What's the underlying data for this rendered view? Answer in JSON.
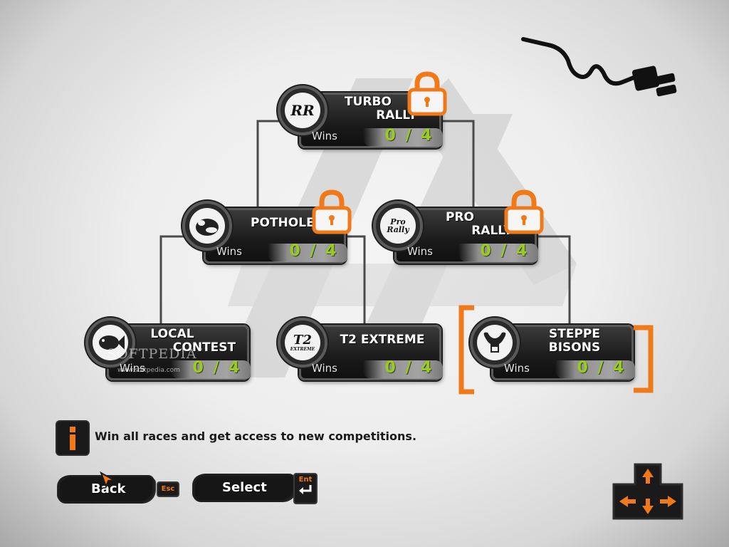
{
  "colors": {
    "accent_orange": "#f07a1a",
    "wins_green": "#9acd1a",
    "plate_dark": "#1a1a1a",
    "plate_border": "#5a5a5a",
    "background_light": "#eeeeee"
  },
  "tree": {
    "nodes": [
      {
        "id": "turbo-rally",
        "emblem": "RR",
        "title_line1": "TURBO",
        "title_line2": "RALLY",
        "wins_label": "Wins",
        "wins": "0 / 4",
        "locked": true
      },
      {
        "id": "potholes",
        "emblem_icon": "hippo-icon",
        "title": "POTHOLES",
        "wins_label": "Wins",
        "wins": "0 / 4",
        "locked": true
      },
      {
        "id": "pro-rally",
        "emblem": "Pro Rally",
        "title_line1": "PRO",
        "title_line2": "RALLY",
        "wins_label": "Wins",
        "wins": "0 / 4",
        "locked": true
      },
      {
        "id": "local-contest",
        "emblem_icon": "fish-icon",
        "title_line1": "LOCAL",
        "title_line2": "CONTEST",
        "wins_label": "Wins",
        "wins": "0 / 4",
        "locked": false
      },
      {
        "id": "t2-extreme",
        "emblem": "T2",
        "emblem_sub": "EXTREME",
        "title": "T2 EXTREME",
        "wins_label": "Wins",
        "wins": "0 / 4",
        "locked": false
      },
      {
        "id": "steppe-bisons",
        "emblem_icon": "bison-icon",
        "title_line1": "STEPPE",
        "title_line2": "BISONS",
        "wins_label": "Wins",
        "wins": "0 / 4",
        "locked": false,
        "selected": true
      }
    ]
  },
  "watermark": {
    "text": "SOFTPEDIA",
    "tm": "™",
    "url": "www.softpedia.com"
  },
  "info": {
    "message": "Win all races and get access to new competitions."
  },
  "buttons": {
    "back": {
      "label": "Back",
      "key": "Esc"
    },
    "select": {
      "label": "Select",
      "key": "Ent"
    }
  },
  "dpad": {
    "icon": "arrow-keys-icon"
  }
}
